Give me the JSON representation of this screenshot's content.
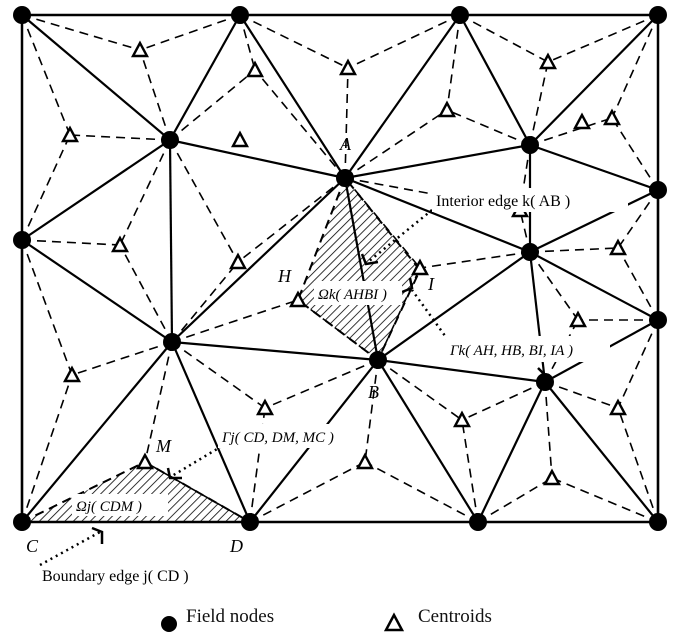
{
  "node_labels": {
    "A": "A",
    "B": "B",
    "C": "C",
    "D": "D",
    "H": "H",
    "I": "I",
    "M": "M"
  },
  "annotations": {
    "interior_edge": "Interior edge k( AB )",
    "boundary_edge": "Boundary edge j( CD )",
    "omega_k": "Ωk( AHBI )",
    "omega_j": "Ωj( CDM )",
    "gamma_k": "Γk( AH, HB, BI, IA )",
    "gamma_j": "Γj( CD, DM, MC )"
  },
  "legend": {
    "field_nodes": "Field nodes",
    "centroids": "Centroids"
  }
}
